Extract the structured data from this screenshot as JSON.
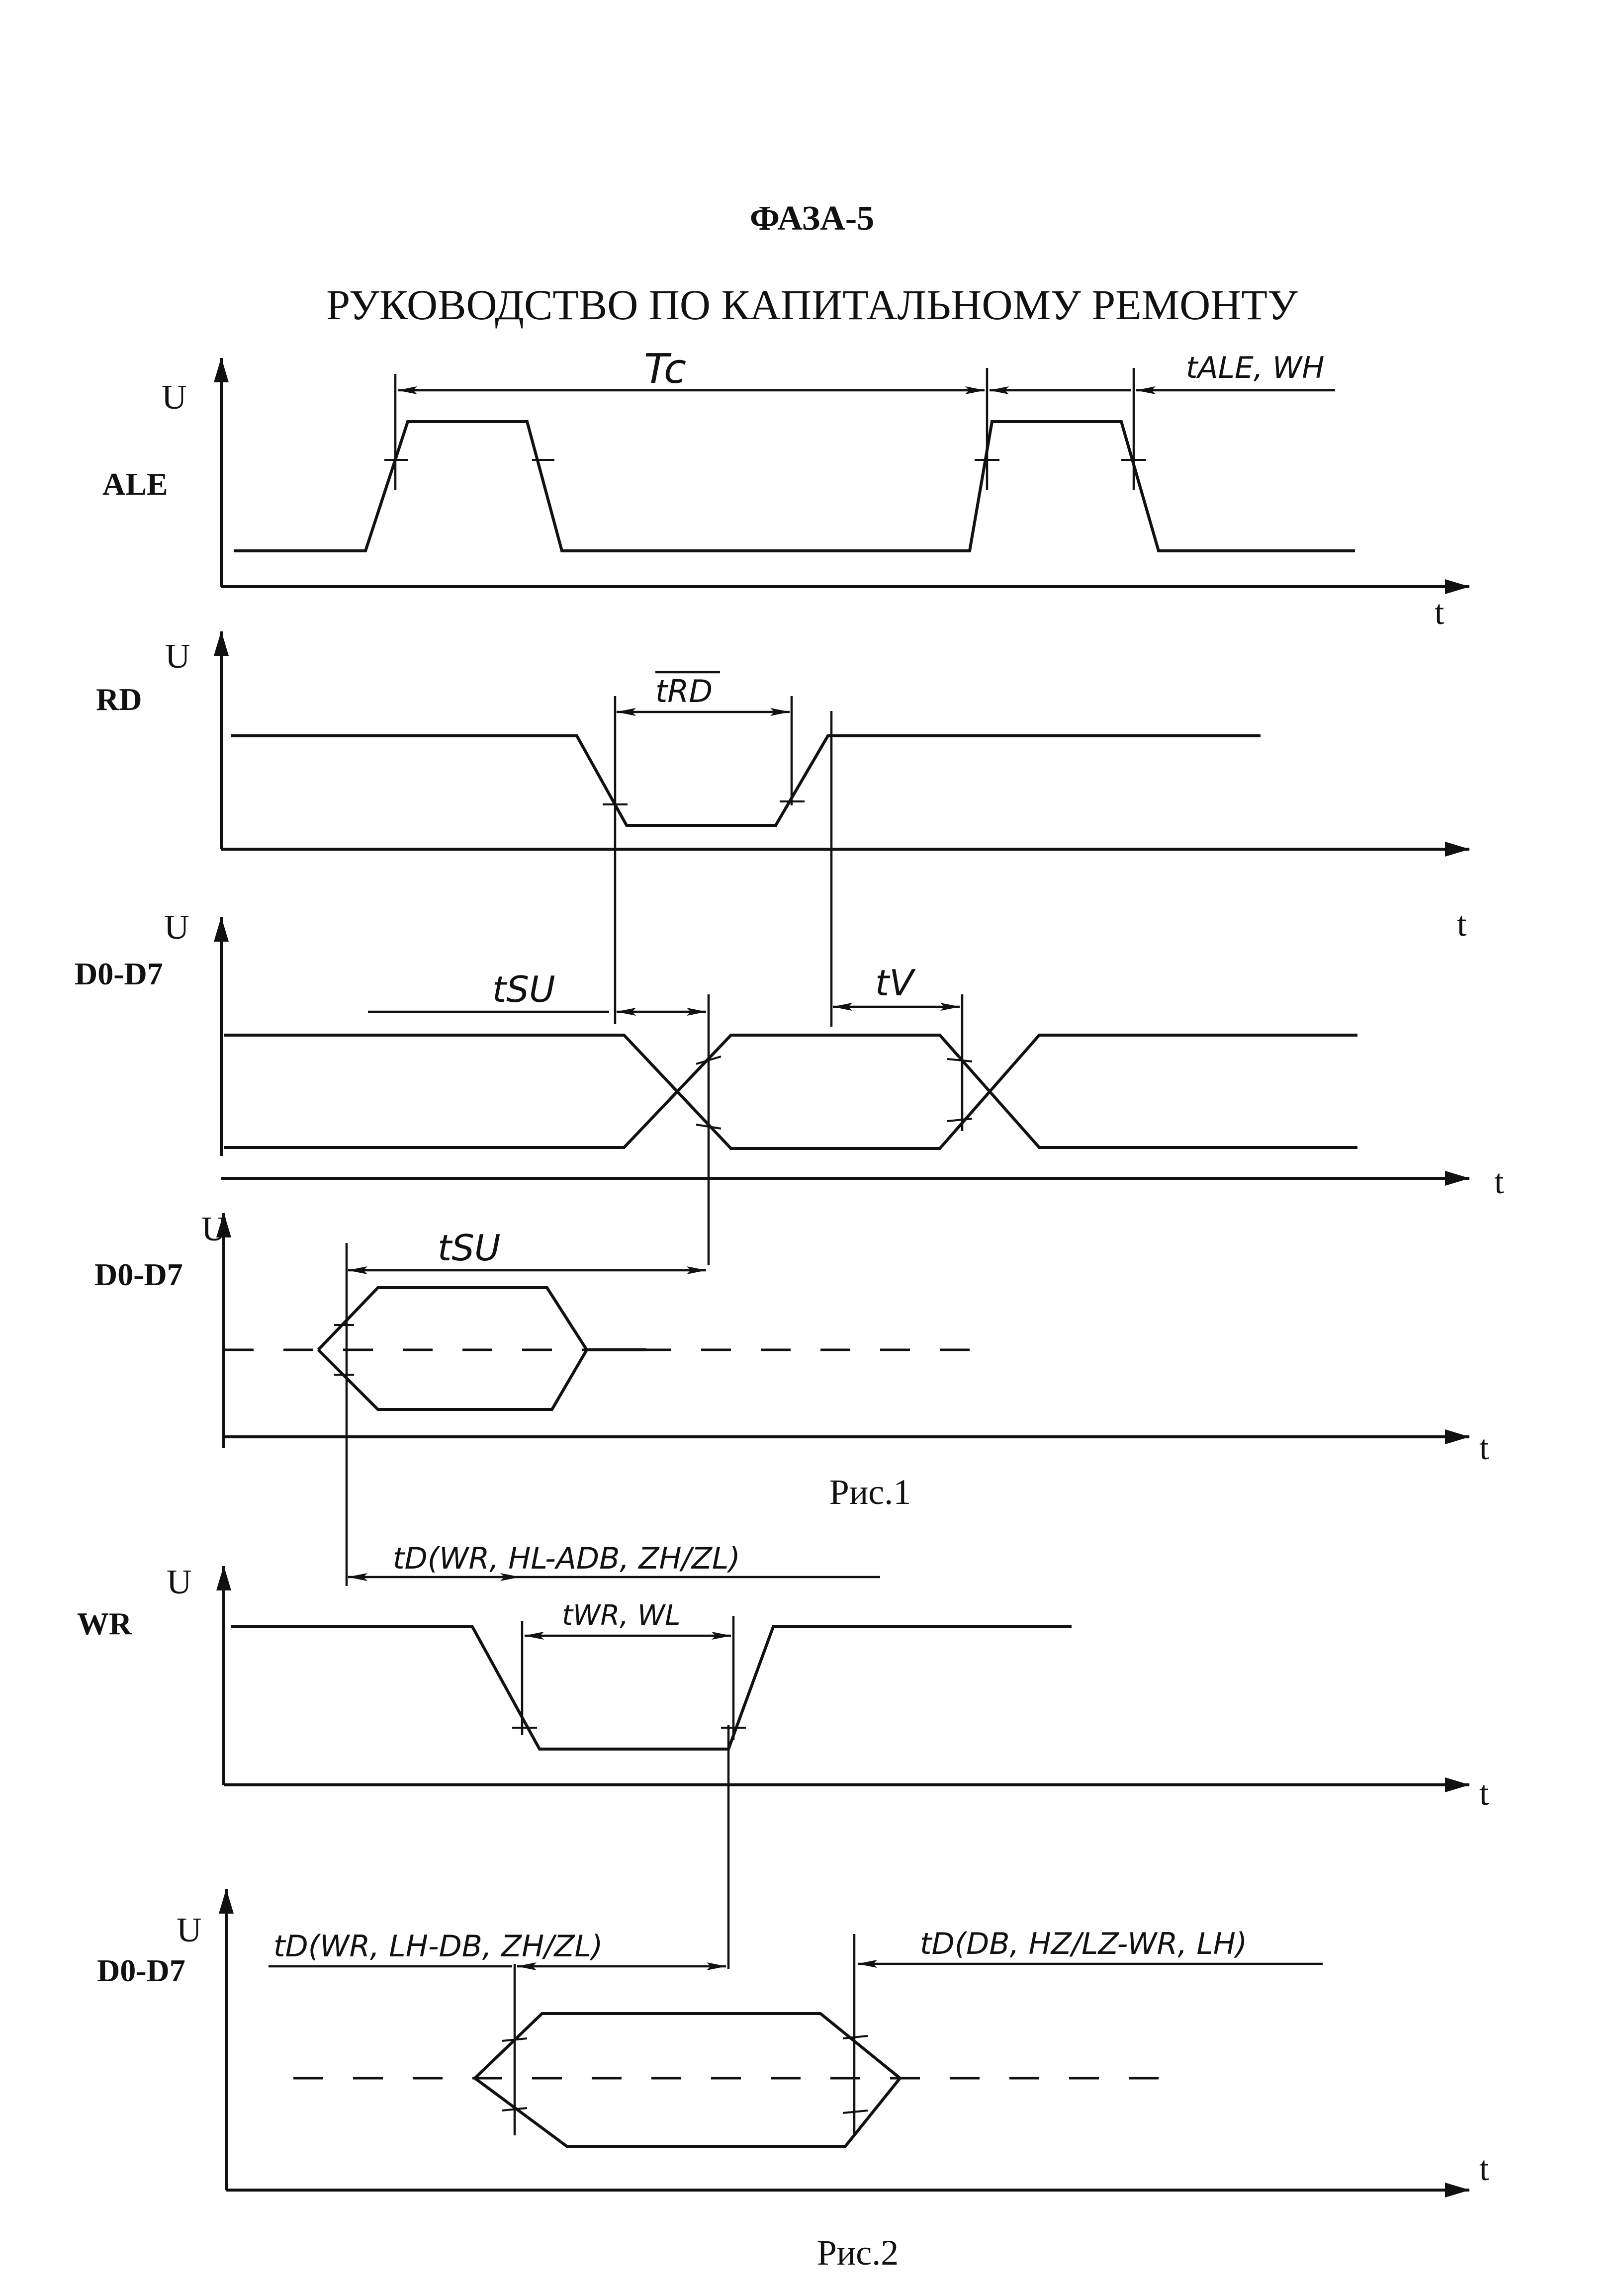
{
  "header": {
    "title": "ФАЗА-5",
    "subtitle": "РУКОВОДСТВО ПО КАПИТАЛЬНОМУ РЕМОНТУ"
  },
  "axis_labels": {
    "u": "U",
    "t": "t"
  },
  "figure1": {
    "caption": "Рис.1",
    "signals": [
      "ALE",
      "RD",
      "D0-D7",
      "D0-D7"
    ],
    "annotations": {
      "tc": "Tc",
      "t_ale_wh": "tALE, WH",
      "t_rd": "tRD",
      "t_su_1": "tSU",
      "t_v": "tV",
      "t_su_2": "tSU"
    }
  },
  "figure2": {
    "caption": "Рис.2",
    "signals": [
      "WR",
      "D0-D7"
    ],
    "annotations": {
      "td_wr_hl": "tD(WR, HL-ADB, ZH/ZL)",
      "t_wr_wl": "tWR, WL",
      "td_wr_lh": "tD(WR, LH-DB, ZH/ZL)",
      "td_db_hz": "tD(DB, HZ/LZ-WR, LH)"
    }
  },
  "colors": {
    "ink": "#111111",
    "paper": "#ffffff"
  }
}
